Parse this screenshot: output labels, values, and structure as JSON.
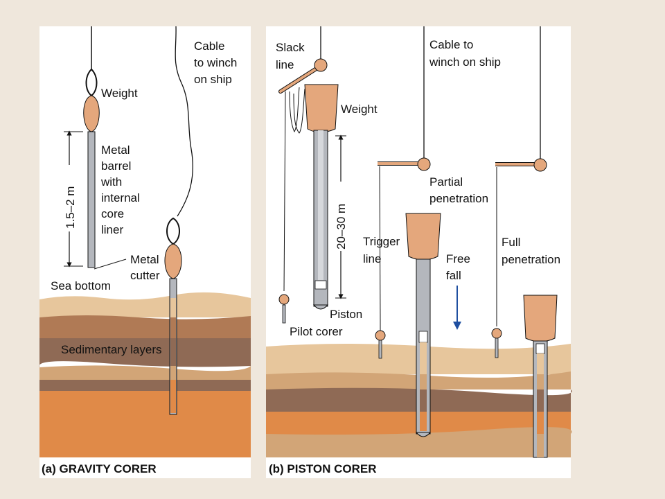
{
  "colors": {
    "background": "#efe7dc",
    "panel": "#ffffff",
    "sediment_light": "#e7c69c",
    "sediment_brown": "#b07a55",
    "sediment_orange": "#e08a48",
    "sediment_dark": "#8f6a55",
    "sediment_tan": "#d2a577",
    "weight": "#e4a77c",
    "barrel": "#b4b7bd",
    "arrow_blue": "#1f4fa0"
  },
  "panel_a": {
    "caption": "(a) GRAVITY CORER",
    "labels": {
      "weight": "Weight",
      "barrel": [
        "Metal",
        "barrel",
        "with",
        "internal",
        "core",
        "liner"
      ],
      "cutter": [
        "Metal",
        "cutter"
      ],
      "cable": [
        "Cable",
        "to winch",
        "on ship"
      ],
      "sea_bottom": "Sea bottom",
      "sediment": "Sedimentary layers",
      "dimension": "1.5–2 m"
    }
  },
  "panel_b": {
    "caption": "(b) PISTON CORER",
    "labels": {
      "slack": [
        "Slack",
        "line"
      ],
      "cable": [
        "Cable to",
        "winch on ship"
      ],
      "weight": "Weight",
      "dimension": "20–30 m",
      "piston": "Piston",
      "pilot": "Pilot corer",
      "trigger": [
        "Trigger",
        "line"
      ],
      "partial": [
        "Partial",
        "penetration"
      ],
      "free_fall": [
        "Free",
        "fall"
      ],
      "full": [
        "Full",
        "penetration"
      ]
    }
  }
}
